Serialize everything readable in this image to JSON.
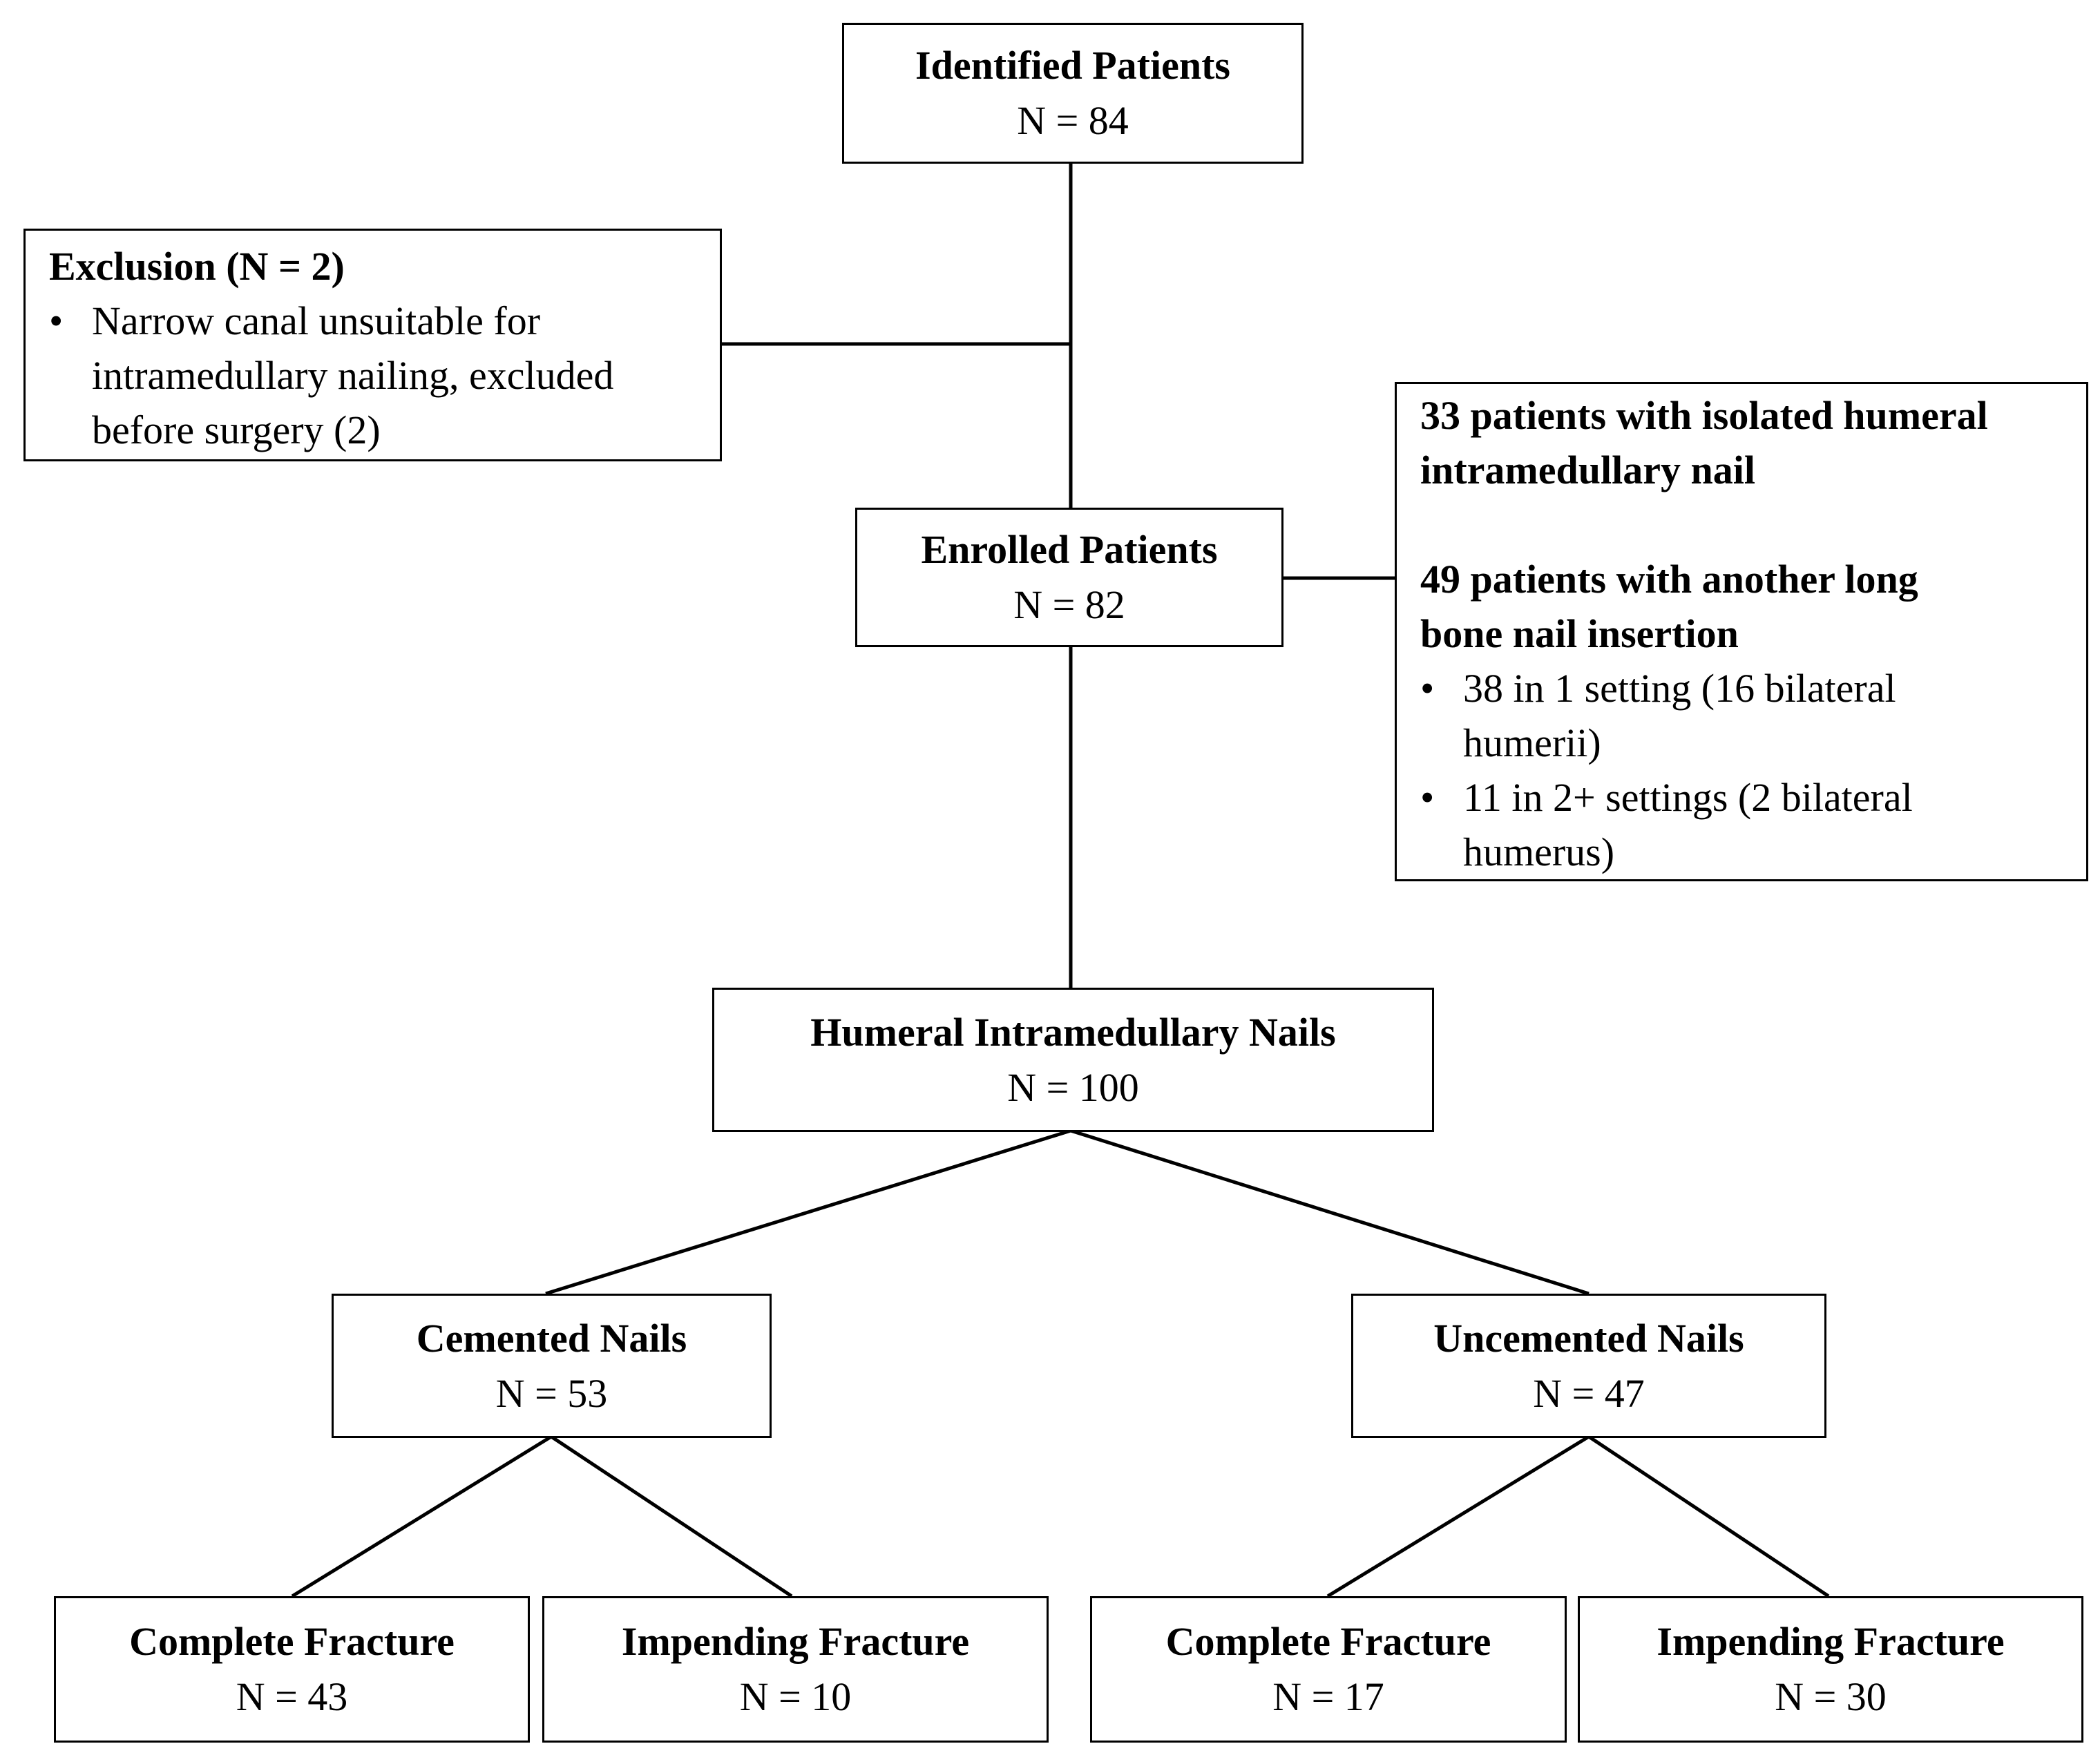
{
  "identified": {
    "title": "Identified Patients",
    "count": "N = 84"
  },
  "exclusion": {
    "title": "Exclusion (N = 2)",
    "bullet": "•",
    "lines": [
      "Narrow canal unsuitable for",
      "intramedullary nailing, excluded",
      "before surgery (2)"
    ]
  },
  "enrolled": {
    "title": "Enrolled Patients",
    "count": "N = 82"
  },
  "details": {
    "isolated": [
      "33 patients with isolated humeral",
      "intramedullary nail"
    ],
    "another": [
      "49 patients with another long",
      "bone nail insertion"
    ],
    "bullet": "•",
    "settings_1": [
      "38 in 1 setting (16 bilateral",
      "humerii)"
    ],
    "settings_2": [
      "11 in 2+ settings (2 bilateral",
      "humerus)"
    ]
  },
  "humeral": {
    "title": "Humeral Intramedullary Nails",
    "count": "N = 100"
  },
  "cemented": {
    "title": "Cemented Nails",
    "count": "N = 53"
  },
  "uncemented": {
    "title": "Uncemented Nails",
    "count": "N = 47"
  },
  "cemented_complete": {
    "title": "Complete Fracture",
    "count": "N = 43"
  },
  "cemented_impending": {
    "title": "Impending Fracture",
    "count": "N = 10"
  },
  "uncemented_complete": {
    "title": "Complete Fracture",
    "count": "N = 17"
  },
  "uncemented_impending": {
    "title": "Impending Fracture",
    "count": "N = 30"
  }
}
